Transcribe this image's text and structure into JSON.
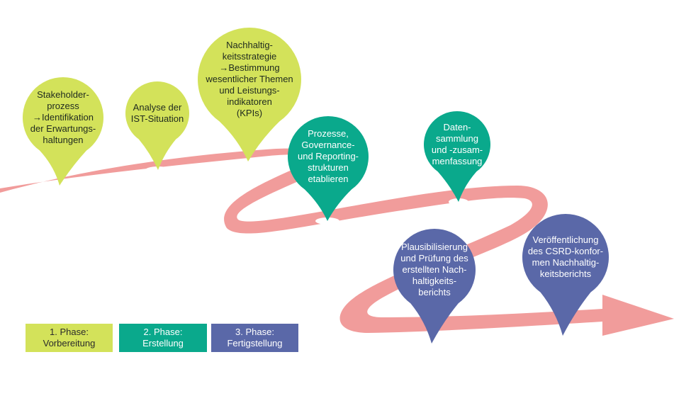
{
  "colors": {
    "road": "#f19c9b",
    "phase1": "#d3e25a",
    "phase2": "#0aa98c",
    "phase3": "#5a68a8",
    "marker": "#ffffff"
  },
  "steps": [
    {
      "phase": 1,
      "text": "Stakeholder-\nprozess\n→Identifikation\nder Erwartungs-\nhaltungen"
    },
    {
      "phase": 1,
      "text": "Analyse der\nIST-Situation"
    },
    {
      "phase": 1,
      "text": "Nachhaltig-\nkeitsstrategie\n→Bestimmung\nwesentlicher Themen\nund Leistungs-\nindikatoren\n(KPIs)"
    },
    {
      "phase": 2,
      "text": "Prozesse,\nGovernance-\nund Reporting-\nstrukturen\netablieren"
    },
    {
      "phase": 2,
      "text": "Daten-\nsammlung\nund -zusam-\nmenfassung"
    },
    {
      "phase": 3,
      "text": "Plausibilisierung\nund Prüfung des\nerstellten Nach-\nhaltigkeits-\nberichts"
    },
    {
      "phase": 3,
      "text": "Veröffentlichung\ndes CSRD-konfor-\nmen Nachhaltig-\nkeitsberichts"
    }
  ],
  "legend": [
    {
      "phase": 1,
      "label": "1. Phase:\nVorbereitung"
    },
    {
      "phase": 2,
      "label": "2. Phase:\nErstellung"
    },
    {
      "phase": 3,
      "label": "3. Phase:\nFertigstellung"
    }
  ]
}
